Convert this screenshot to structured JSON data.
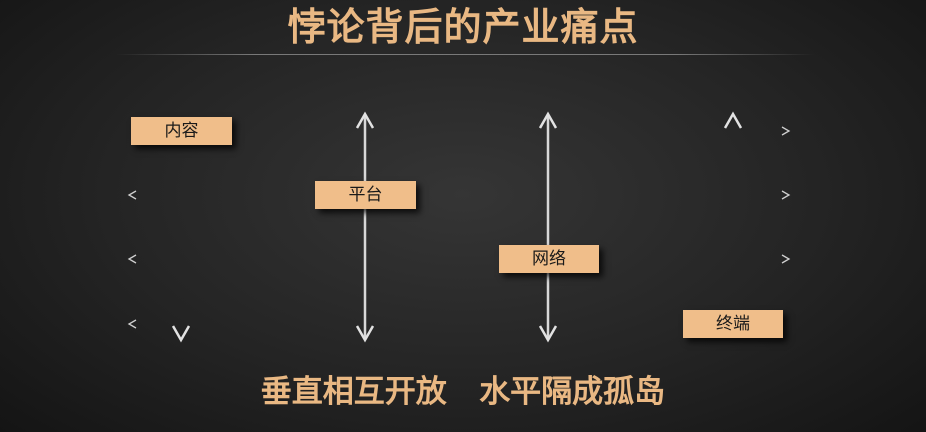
{
  "title": "悖论背后的产业痛点",
  "layers": [
    {
      "label": "内容"
    },
    {
      "label": "平台"
    },
    {
      "label": "网络"
    },
    {
      "label": "终端"
    }
  ],
  "caption": {
    "part1": "垂直相互开放",
    "part2": "水平隔成孤岛"
  },
  "colors": {
    "accent": "#e9b883",
    "box_fill": "#f0be8a",
    "arrow": "#d8d8d8",
    "dashed_line": "#bdbdbd",
    "background": "#262626"
  }
}
